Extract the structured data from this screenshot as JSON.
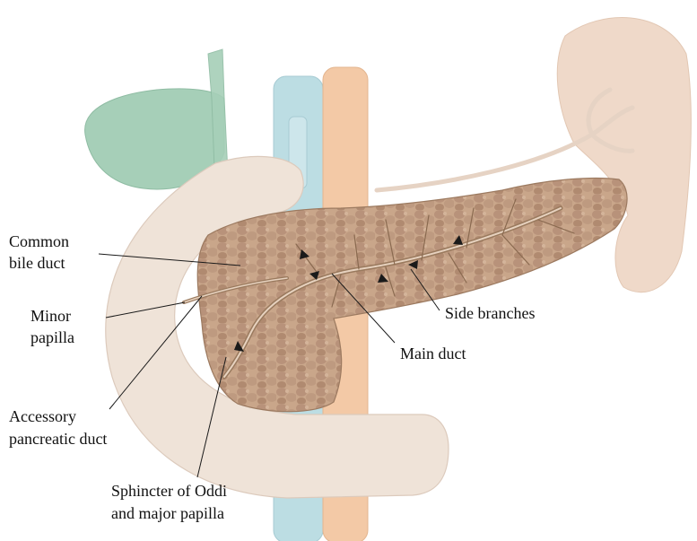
{
  "labels": {
    "common_bile_duct": [
      "Common",
      "bile duct"
    ],
    "minor_papilla": [
      "Minor",
      "papilla"
    ],
    "accessory_duct": [
      "Accessory",
      "pancreatic duct"
    ],
    "sphincter": [
      "Sphincter of Oddi",
      "and major papilla"
    ],
    "side_branches": "Side branches",
    "main_duct": "Main duct"
  },
  "colors": {
    "duodenum": "#efe3d8",
    "spleen": "#efd9c9",
    "gallbladder": "#a6cfb8",
    "vein": "#bcdde3",
    "artery": "#f3c9a6",
    "pancreas": "#c8a488",
    "pancreas_texture": "#a98163",
    "duct": "#9a7a5e"
  }
}
